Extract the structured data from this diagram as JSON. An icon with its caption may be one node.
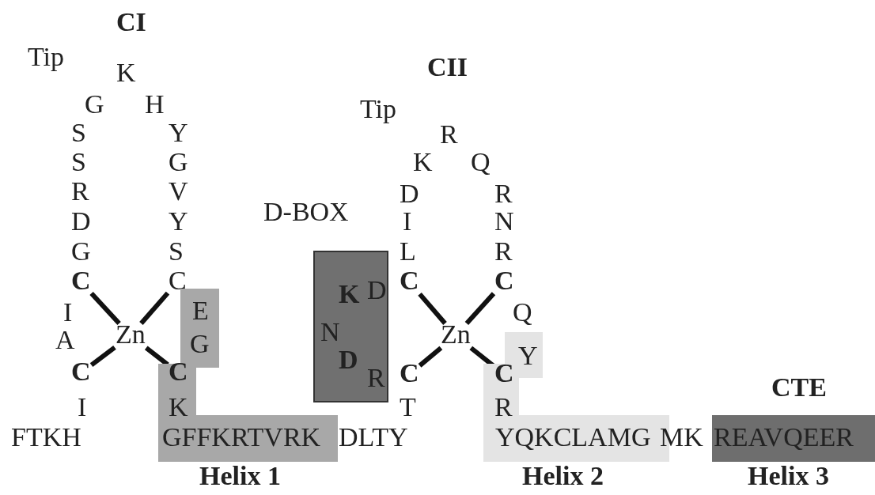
{
  "diagram": {
    "nodes": [
      {
        "text": [
          "Zn"
        ]
      },
      {
        "text": [
          "C"
        ]
      },
      {
        "text": [
          "C"
        ]
      },
      {
        "text": [
          "C"
        ]
      },
      {
        "text": [
          "E",
          "G",
          "K",
          "GFFKRTVRK"
        ],
        "beside": [
          "Helix 1"
        ]
      },
      {
        "text": [
          "C"
        ],
        "in": 4
      },
      {
        "text": [
          "K",
          "D",
          "N",
          "D",
          "R"
        ]
      },
      {
        "text": [
          "Zn"
        ]
      },
      {
        "text": [
          "C"
        ]
      },
      {
        "text": [
          "C"
        ]
      },
      {
        "text": [
          "C"
        ]
      },
      {
        "text": [
          "Y",
          "R",
          "YQKCLAMG"
        ],
        "beside": [
          "Helix 2"
        ]
      },
      {
        "text": [
          "C"
        ],
        "in": 11
      },
      {
        "text": [
          "CTE",
          "REAVQEER"
        ],
        "beside": [
          "Helix 3"
        ]
      }
    ],
    "edges": [
      {
        "from": 1,
        "to": 0,
        "arrow": "none"
      },
      {
        "from": 2,
        "to": 0,
        "arrow": "none"
      },
      {
        "from": 3,
        "to": 0,
        "arrow": "none"
      },
      {
        "from": 5,
        "to": 0,
        "arrow": "none"
      },
      {
        "from": 8,
        "to": 7,
        "arrow": "none"
      },
      {
        "from": 9,
        "to": 7,
        "arrow": "none"
      },
      {
        "from": 10,
        "to": 7,
        "arrow": "none"
      },
      {
        "from": 12,
        "to": 7,
        "arrow": "none"
      }
    ],
    "labels": [
      "CI",
      "Tip",
      "K",
      "G",
      "H",
      "S",
      "Y",
      "S",
      "G",
      "R",
      "V",
      "D",
      "Y",
      "G",
      "S",
      "I",
      "A",
      "I",
      "FTKH",
      "DLTY",
      "CII",
      "Tip",
      "R",
      "K",
      "Q",
      "D",
      "R",
      "D-BOX",
      "I",
      "N",
      "L",
      "R",
      "Q",
      "T",
      "MK"
    ]
  }
}
